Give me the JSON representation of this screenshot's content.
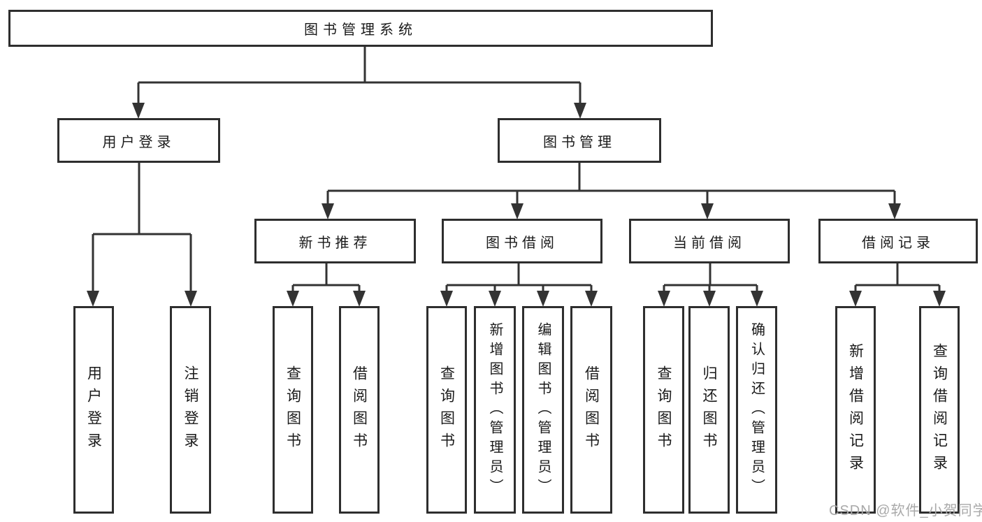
{
  "colors": {
    "background": "#ffffff",
    "line": "#333333",
    "box_border": "#2e2e2e",
    "text": "#1a1a1a",
    "watermark": "#a9a9a9"
  },
  "watermark": {
    "text": "CSDN @软件_小贺同学"
  },
  "tree": {
    "label": "图书管理系统",
    "children": [
      {
        "label": "用户登录",
        "children": [
          {
            "label": "用户登录"
          },
          {
            "label": "注销登录"
          }
        ]
      },
      {
        "label": "图书管理",
        "children": [
          {
            "label": "新书推荐",
            "children": [
              {
                "label": "查询图书"
              },
              {
                "label": "借阅图书"
              }
            ]
          },
          {
            "label": "图书借阅",
            "children": [
              {
                "label": "查询图书"
              },
              {
                "label": "新增图书（管理员）"
              },
              {
                "label": "编辑图书（管理员）"
              },
              {
                "label": "借阅图书"
              }
            ]
          },
          {
            "label": "当前借阅",
            "children": [
              {
                "label": "查询图书"
              },
              {
                "label": "归还图书"
              },
              {
                "label": "确认归还（管理员）"
              }
            ]
          },
          {
            "label": "借阅记录",
            "children": [
              {
                "label": "新增借阅记录"
              },
              {
                "label": "查询借阅记录"
              }
            ]
          }
        ]
      }
    ]
  }
}
